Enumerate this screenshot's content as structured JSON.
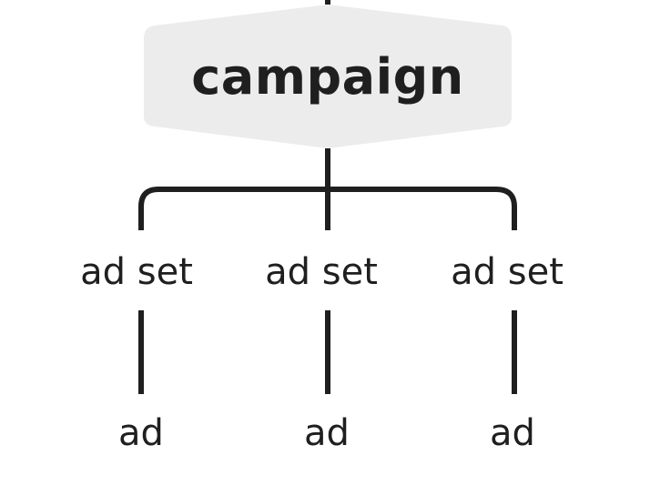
{
  "diagram": {
    "root": {
      "label": "campaign"
    },
    "branches": [
      {
        "adset_label": "ad set",
        "ad_label": "ad"
      },
      {
        "adset_label": "ad set",
        "ad_label": "ad"
      },
      {
        "adset_label": "ad set",
        "ad_label": "ad"
      }
    ],
    "colors": {
      "node_fill": "#ececec",
      "line": "#1f1f1f",
      "text": "#1f1f1f",
      "background": "#ffffff"
    }
  }
}
